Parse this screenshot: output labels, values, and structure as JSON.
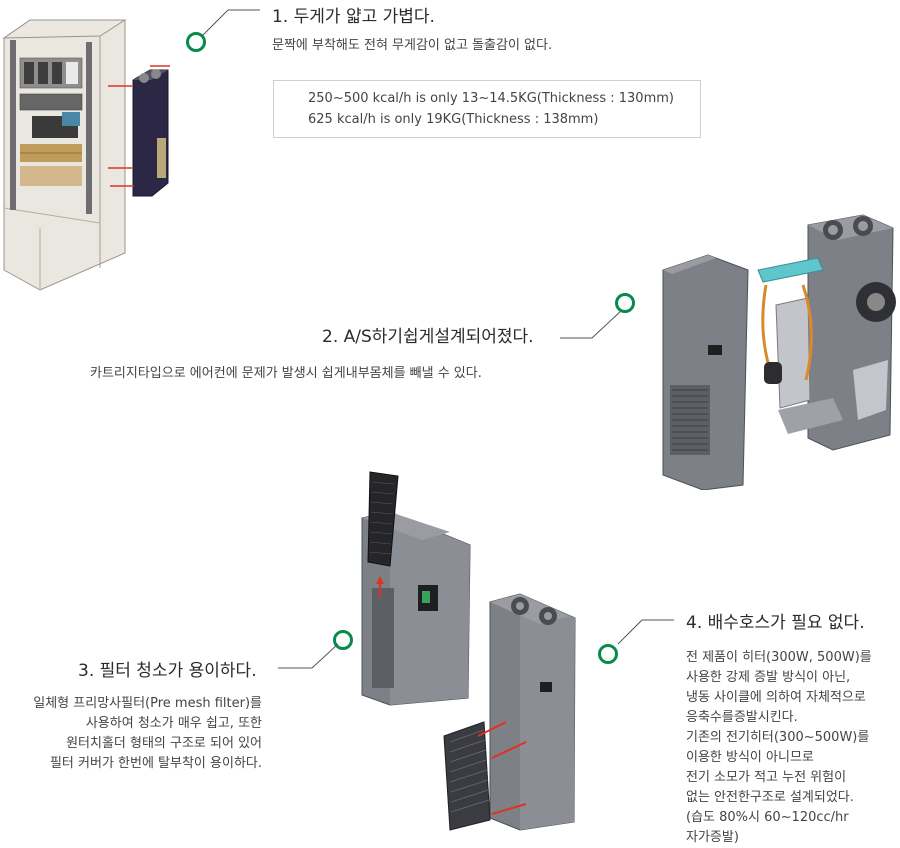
{
  "section1": {
    "title": "1. 두게가 얇고 가볍다.",
    "description": "문짝에 부착해도 전혀 무게감이 없고 돌출감이 없다.",
    "specs": [
      "250~500 kcal/h is only 13~14.5KG(Thickness : 130mm)",
      "625 kcal/h is only 19KG(Thickness : 138mm)"
    ]
  },
  "section2": {
    "title": "2. A/S하기쉽게설계되어졌다.",
    "description": "카트리지타입으로 에어컨에 문제가 발생시 쉽게내부몸체를 빼낼 수 있다."
  },
  "section3": {
    "title": "3. 필터 청소가 용이하다.",
    "lines": [
      "일체형 프리망사필터(Pre mesh filter)를",
      "사용하여 청소가 매우 쉽고, 또한",
      "원터치홀더 형태의 구조로 되어 있어",
      "필터 커버가 한번에 탈부착이 용이하다."
    ]
  },
  "section4": {
    "title": "4. 배수호스가 필요 없다.",
    "lines": [
      "전 제품이 히터(300W, 500W)를",
      "사용한 강제 증발 방식이 아닌,",
      "냉동 사이클에 의하여 자체적으로",
      "응축수를증발시킨다.",
      "기존의 전기히터(300~500W)를",
      "이용한 방식이 아니므로",
      "전기 소모가 적고 누전 위험이",
      "없는 안전한구조로 설계되었다.",
      "(습도 80%시 60~120cc/hr",
      "자가증발)"
    ]
  },
  "colors": {
    "marker": "#0a8a4a",
    "arrow": "#e2321f",
    "unit_body": "#7d8087",
    "unit_dark": "#2c2745"
  }
}
